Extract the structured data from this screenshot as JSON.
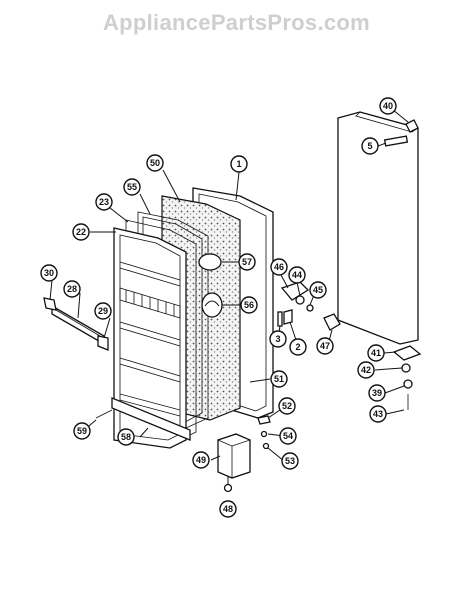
{
  "watermark": "AppliancePartsPros.com",
  "callouts": [
    "1",
    "50",
    "55",
    "23",
    "22",
    "30",
    "28",
    "29",
    "57",
    "56",
    "46",
    "44",
    "45",
    "3",
    "2",
    "47",
    "51",
    "52",
    "54",
    "53",
    "49",
    "48",
    "58",
    "59",
    "40",
    "5",
    "41",
    "42",
    "39",
    "43"
  ]
}
